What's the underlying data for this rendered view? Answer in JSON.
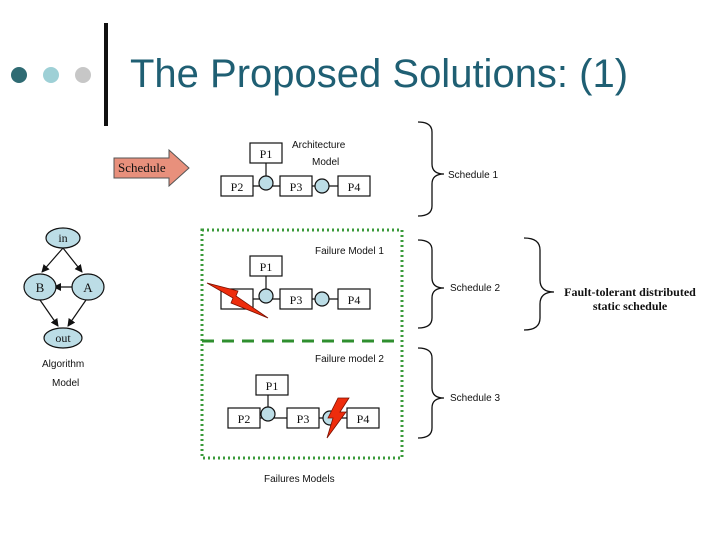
{
  "slide": {
    "title": "The Proposed Solutions: (1)",
    "colors": {
      "title": "#1f5f73",
      "dot_dark": "#2f6b73",
      "dot_mid": "#9ed0d6",
      "dot_light": "#c7c7c7",
      "failure_box": "#3a9a3a",
      "node_fill": "#bcdde6",
      "arrow_fill": "#e8907c",
      "bolt": "#ee2c0c"
    }
  },
  "left": {
    "schedule_arrow_label": "Schedule",
    "in_label": "in",
    "out_label": "out",
    "node_b": "B",
    "node_a": "A",
    "algorithm_label_1": "Algorithm",
    "algorithm_label_2": "Model"
  },
  "architecture": {
    "label_1": "Architecture",
    "label_2": "Model",
    "p1": "P1",
    "p2": "P2",
    "p3": "P3",
    "p4": "P4"
  },
  "failure1": {
    "label": "Failure Model 1",
    "p1": "P1",
    "p3": "P3",
    "p4": "P4",
    "failed_node_icon": "lightning-bolt-icon"
  },
  "failure2": {
    "label": "Failure model 2",
    "p1": "P1",
    "p2": "P2",
    "p3": "P3",
    "p4": "P4",
    "failed_link_icon": "lightning-bolt-icon"
  },
  "failures_models_label": "Failures Models",
  "schedules": {
    "s1": "Schedule 1",
    "s2": "Schedule 2",
    "s3": "Schedule 3"
  },
  "result": {
    "line1": "Fault-tolerant distributed",
    "line2": "static schedule"
  }
}
